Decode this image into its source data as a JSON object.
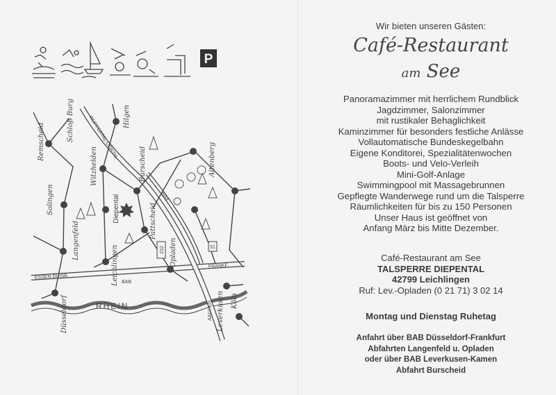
{
  "icons": [
    "hiking-icon",
    "swimming-icon",
    "sailing-icon",
    "bowling-icon",
    "playground-icon",
    "parking-icon"
  ],
  "parking_label": "P",
  "map": {
    "places": [
      "Remscheid",
      "Schloß Burg",
      "Solingen",
      "Langenfeld",
      "Düsseldorf",
      "Witzhelden",
      "Leichlingen",
      "Diepental",
      "Burscheid",
      "Hilgen",
      "Pattscheid",
      "Opladen",
      "Altenberg",
      "Leverkusen",
      "Köln"
    ],
    "roads": {
      "a1": "WUPPERTAL-DORTM.",
      "bab_w": "ESSEN DUISB.",
      "bab": "BAB",
      "bab_e": "FRANKF.",
      "a3": "BAB",
      "south": "AACHEN",
      "b232": "232",
      "b51": "51"
    },
    "river": "RHEIN"
  },
  "intro": "Wir bieten unseren Gästen:",
  "title_line1": "Café-Restaurant",
  "title_am": "am",
  "title_see": "See",
  "features": [
    "Panoramazimmer mit herrlichem Rundblick",
    "Jagdzimmer, Salonzimmer",
    "mit rustikaler Behaglichkeit",
    "Kaminzimmer für besonders festliche Anlässe",
    "Vollautomatische Bundeskegelbahn",
    "Eigene Konditorei, Spezialitätenwochen",
    "Boots- und Velo-Verleih",
    "Mini-Golf-Anlage",
    "Swimmingpool mit Massagebrunnen",
    "Gepflegte Wanderwege rund um die Talsperre",
    "Räumlichkeiten für bis zu 150 Personen",
    "Unser Haus ist geöffnet von",
    "Anfang März bis Mitte Dezember."
  ],
  "address": {
    "name": "Café-Restaurant am See",
    "line1": "TALSPERRE DIEPENTAL",
    "line2": "42799 Leichlingen",
    "phone": "Ruf: Lev.-Opladen (0 21 71) 3 02 14"
  },
  "rest_days": "Montag und Dienstag Ruhetag",
  "directions": [
    "Anfahrt über BAB Düsseldorf-Frankfurt",
    "Abfahrten Langenfeld u. Opladen",
    "oder über BAB Leverkusen-Kamen",
    "Abfahrt Burscheid"
  ]
}
